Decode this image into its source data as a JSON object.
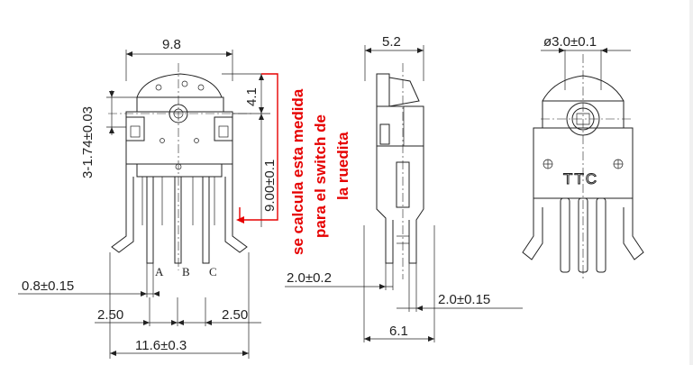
{
  "front_view": {
    "width_label": "9.8",
    "height_label": "4.1",
    "hole_label": "3-1.74±0.03",
    "total_height_label": "9.00±0.1",
    "pin_width_label": "0.8±0.15",
    "pitch_left_label": "2.50",
    "pitch_right_label": "2.50",
    "mount_width_label": "11.6±0.3",
    "pin_labels": [
      "A",
      "B",
      "C"
    ]
  },
  "side_view": {
    "width_label": "5.2",
    "offset_label": "2.0±0.2",
    "offset2_label": "2.0±0.15",
    "base_label": "6.1"
  },
  "top_view": {
    "shaft_label": "ø3.0±0.1",
    "logo_text": "TTC"
  },
  "annotation": {
    "lines": [
      "se calcula esta medida",
      "para el switch de",
      "la ruedita"
    ],
    "color": "#e60000"
  }
}
